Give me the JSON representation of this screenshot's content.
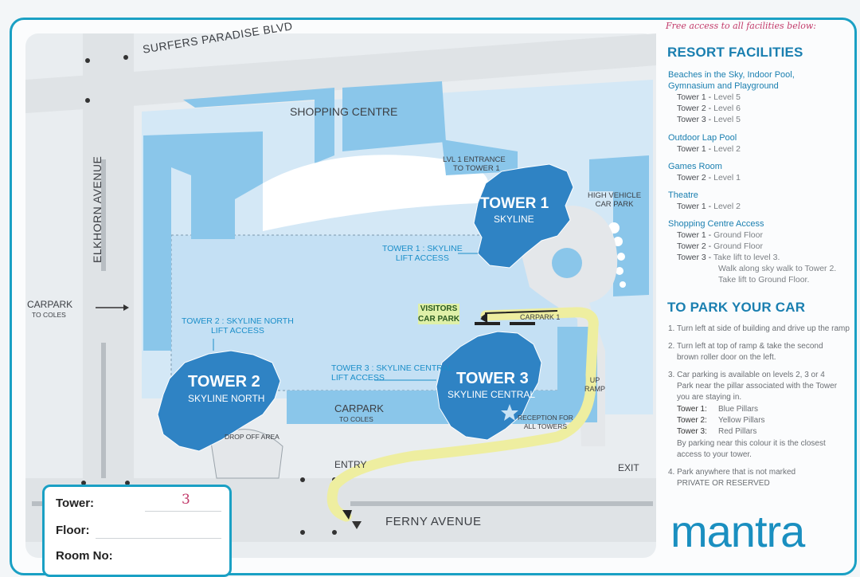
{
  "map": {
    "streets": {
      "top": "SURFERS PARADISE BLVD",
      "left": "ELKHORN AVENUE",
      "bottom": "FERNY AVENUE"
    },
    "labels": {
      "shopping_centre": "SHOPPING CENTRE",
      "lvl1_entrance": [
        "LVL 1 ENTRANCE",
        "TO TOWER 1"
      ],
      "high_vehicle": [
        "HIGH VEHICLE",
        "CAR PARK"
      ],
      "t1_lift": [
        "TOWER 1 : SKYLINE",
        "LIFT ACCESS"
      ],
      "t2_lift": [
        "TOWER 2 : SKYLINE NORTH",
        "LIFT ACCESS"
      ],
      "t3_lift": [
        "TOWER 3 : SKYLINE CENTRAL",
        "LIFT ACCESS"
      ],
      "visitors": [
        "VISITORS",
        "CAR PARK"
      ],
      "carpark1": "CARPARK 1",
      "up_ramp": [
        "UP",
        "RAMP"
      ],
      "carpark_left": "CARPARK",
      "to_coles_left": "TO COLES",
      "carpark_centre": "CARPARK",
      "to_coles_centre": "TO COLES",
      "reception": [
        "RECEPTION FOR",
        "ALL TOWERS"
      ],
      "drop_off": "DROP OFF AREA",
      "entry": "ENTRY",
      "exit": "EXIT"
    },
    "towers": [
      {
        "name": "TOWER 1",
        "sub": "SKYLINE"
      },
      {
        "name": "TOWER 2",
        "sub": "SKYLINE NORTH"
      },
      {
        "name": "TOWER 3",
        "sub": "SKYLINE CENTRAL"
      }
    ],
    "colors": {
      "building": "#5eb3e2",
      "ground": "#c8e2f4",
      "road": "#dfe3e6",
      "route": "#eeeea0",
      "frame": "#1aa0c4"
    }
  },
  "panel": {
    "handwritten_note": "Free access to all facilities below:",
    "resort_title": "RESORT FACILITIES",
    "facilities": [
      {
        "head": [
          "Beaches in the Sky, Indoor Pool,",
          "Gymnasium and Playground"
        ],
        "rows": [
          [
            "Tower 1 -",
            "Level 5"
          ],
          [
            "Tower 2 -",
            "Level 6"
          ],
          [
            "Tower 3 -",
            "Level 5"
          ]
        ]
      },
      {
        "head": [
          "Outdoor Lap Pool"
        ],
        "rows": [
          [
            "Tower 1 -",
            "Level 2"
          ]
        ]
      },
      {
        "head": [
          "Games Room"
        ],
        "rows": [
          [
            "Tower 2 -",
            "Level 1"
          ]
        ]
      },
      {
        "head": [
          "Theatre"
        ],
        "rows": [
          [
            "Tower 1 -",
            "Level 2"
          ]
        ]
      },
      {
        "head": [
          "Shopping Centre Access"
        ],
        "rows": [
          [
            "Tower 1 -",
            "Ground Floor"
          ],
          [
            "Tower 2 -",
            "Ground Floor"
          ],
          [
            "Tower 3 -",
            "Take lift to level 3."
          ],
          [
            "",
            "Walk along sky walk to Tower 2."
          ],
          [
            "",
            "Take lift to Ground Floor."
          ]
        ]
      }
    ],
    "park_title": "TO PARK YOUR CAR",
    "park_steps": [
      "1. Turn left at side of building and drive up the ramp",
      "2. Turn left at top of ramp & take the second",
      "brown roller door on the left.",
      "3. Car parking is available on levels 2, 3 or 4",
      "Park near the pillar associated with the Tower",
      "you are staying in.",
      "Tower 1:",
      "Blue Pillars",
      "Tower 2:",
      "Yellow Pillars",
      "Tower 3:",
      "Red Pillars",
      "By parking near this colour it is the closest",
      "access to your tower.",
      "4. Park anywhere that is not marked",
      "PRIVATE OR RESERVED"
    ],
    "logo": "mantra"
  },
  "form": {
    "tower_label": "Tower:",
    "tower_value": "3",
    "floor_label": "Floor:",
    "room_label": "Room No:"
  }
}
